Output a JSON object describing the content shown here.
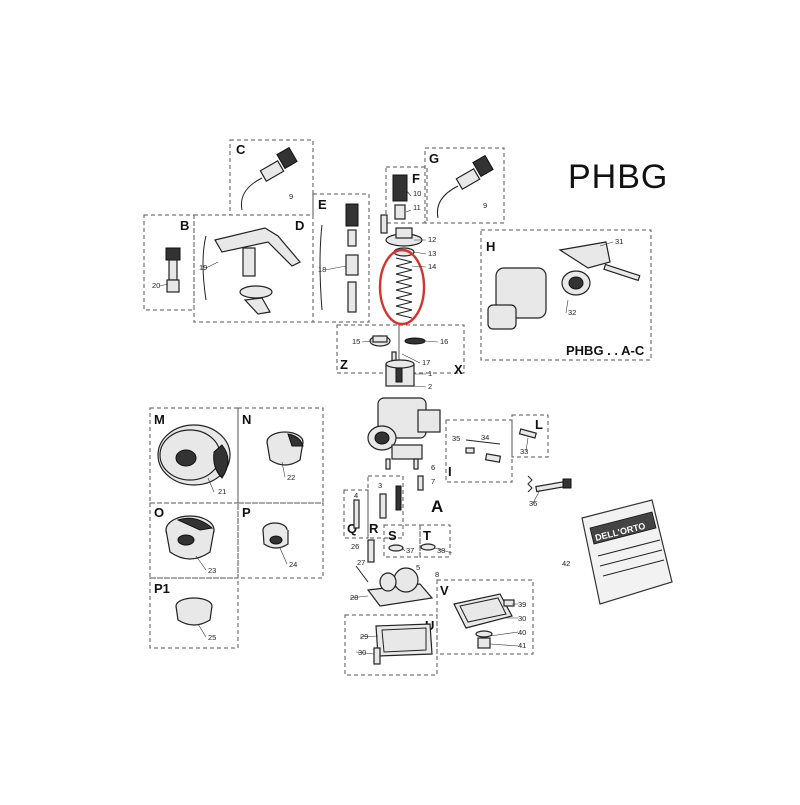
{
  "title": "PHBG",
  "subtitle": "PHBG . . A-C",
  "brand_label": "DELL'ORTO",
  "highlight_color": "#d6332b",
  "group_letters": {
    "A": "A",
    "B": "B",
    "C": "C",
    "D": "D",
    "E": "E",
    "F": "F",
    "G": "G",
    "H": "H",
    "I": "I",
    "L": "L",
    "M": "M",
    "N": "N",
    "O": "O",
    "P": "P",
    "P1": "P1",
    "Q": "Q",
    "R": "R",
    "S": "S",
    "T": "T",
    "U": "U",
    "V": "V",
    "X": "X",
    "Z": "Z"
  },
  "part_numbers": {
    "n1": "1",
    "n2": "2",
    "n3": "3",
    "n4": "4",
    "n5": "5",
    "n6": "6",
    "n7": "7",
    "n8": "8",
    "n9a": "9",
    "n9b": "9",
    "n10": "10",
    "n11": "11",
    "n12": "12",
    "n13": "13",
    "n14": "14",
    "n15": "15",
    "n16": "16",
    "n17": "17",
    "n18": "18",
    "n19": "19",
    "n20": "20",
    "n21": "21",
    "n22": "22",
    "n23": "23",
    "n24": "24",
    "n25": "25",
    "n26": "26",
    "n27": "27",
    "n28": "28",
    "n29": "29",
    "n30a": "30",
    "n30b": "30",
    "n31": "31",
    "n32": "32",
    "n33": "33",
    "n34": "34",
    "n35": "35",
    "n36": "36",
    "n37": "37",
    "n38": "38",
    "n39": "39",
    "n40": "40",
    "n41": "41",
    "n42": "42"
  }
}
